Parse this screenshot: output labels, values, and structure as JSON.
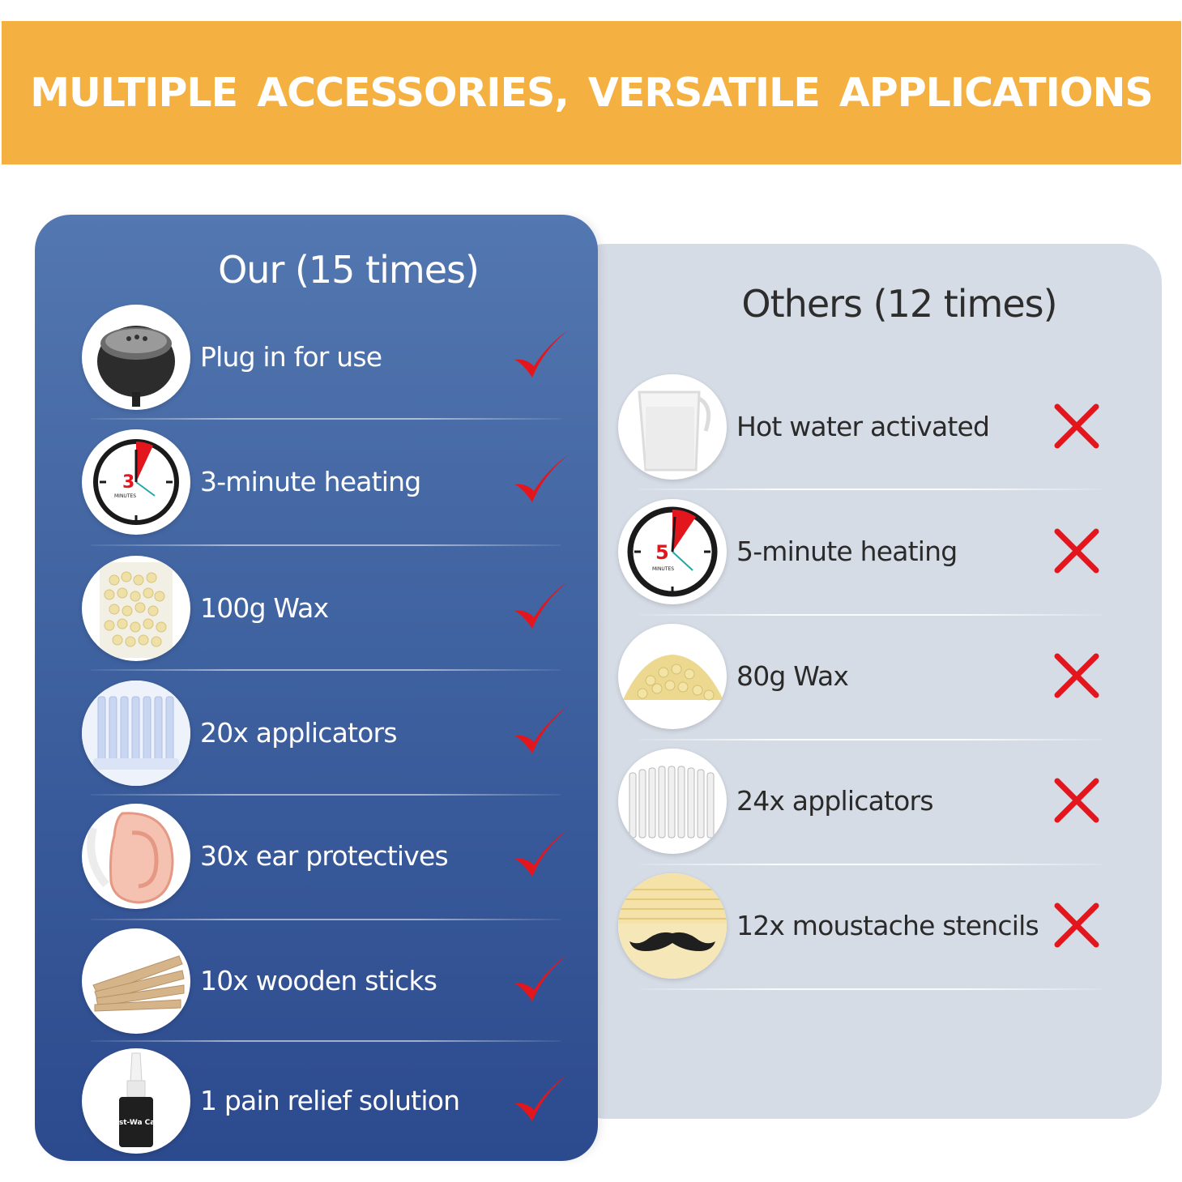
{
  "banner": {
    "title": "MULTIPLE  ACCESSORIES, VERSATILE  APPLICATIONS"
  },
  "ours": {
    "title": "Our (15 times)",
    "items": [
      {
        "label": "Plug in for use",
        "icon": "wax-warmer-icon",
        "status": "check"
      },
      {
        "label": "3-minute heating",
        "icon": "timer-3-minutes-icon",
        "status": "check"
      },
      {
        "label": "100g Wax",
        "icon": "wax-beads-bag-icon",
        "status": "check"
      },
      {
        "label": "20x applicators",
        "icon": "applicators-icon",
        "status": "check"
      },
      {
        "label": "30x ear protectives",
        "icon": "ear-protector-icon",
        "status": "check"
      },
      {
        "label": "10x wooden sticks",
        "icon": "wooden-sticks-icon",
        "status": "check"
      },
      {
        "label": "1 pain relief solution",
        "icon": "pain-relief-bottle-icon",
        "status": "check"
      }
    ],
    "timer_digit": "3",
    "timer_unit": "MINUTES",
    "bottle_label": "Post-Wa Care"
  },
  "others": {
    "title": "Others (12 times)",
    "items": [
      {
        "label": "Hot water activated",
        "icon": "measuring-cup-icon",
        "status": "cross"
      },
      {
        "label": "5-minute heating",
        "icon": "timer-5-minutes-icon",
        "status": "cross"
      },
      {
        "label": "80g Wax",
        "icon": "wax-beads-pile-icon",
        "status": "cross"
      },
      {
        "label": "24x applicators",
        "icon": "applicators-bundle-icon",
        "status": "cross"
      },
      {
        "label": "12x moustache stencils",
        "icon": "moustache-stencil-icon",
        "status": "cross"
      }
    ],
    "timer_digit": "5",
    "timer_unit": "MINUTES"
  },
  "colors": {
    "banner": "#f4b040",
    "ours_panel": "#3f62a0",
    "others_panel": "#d6dce6",
    "check": "#e3161d",
    "cross": "#e3161d"
  }
}
